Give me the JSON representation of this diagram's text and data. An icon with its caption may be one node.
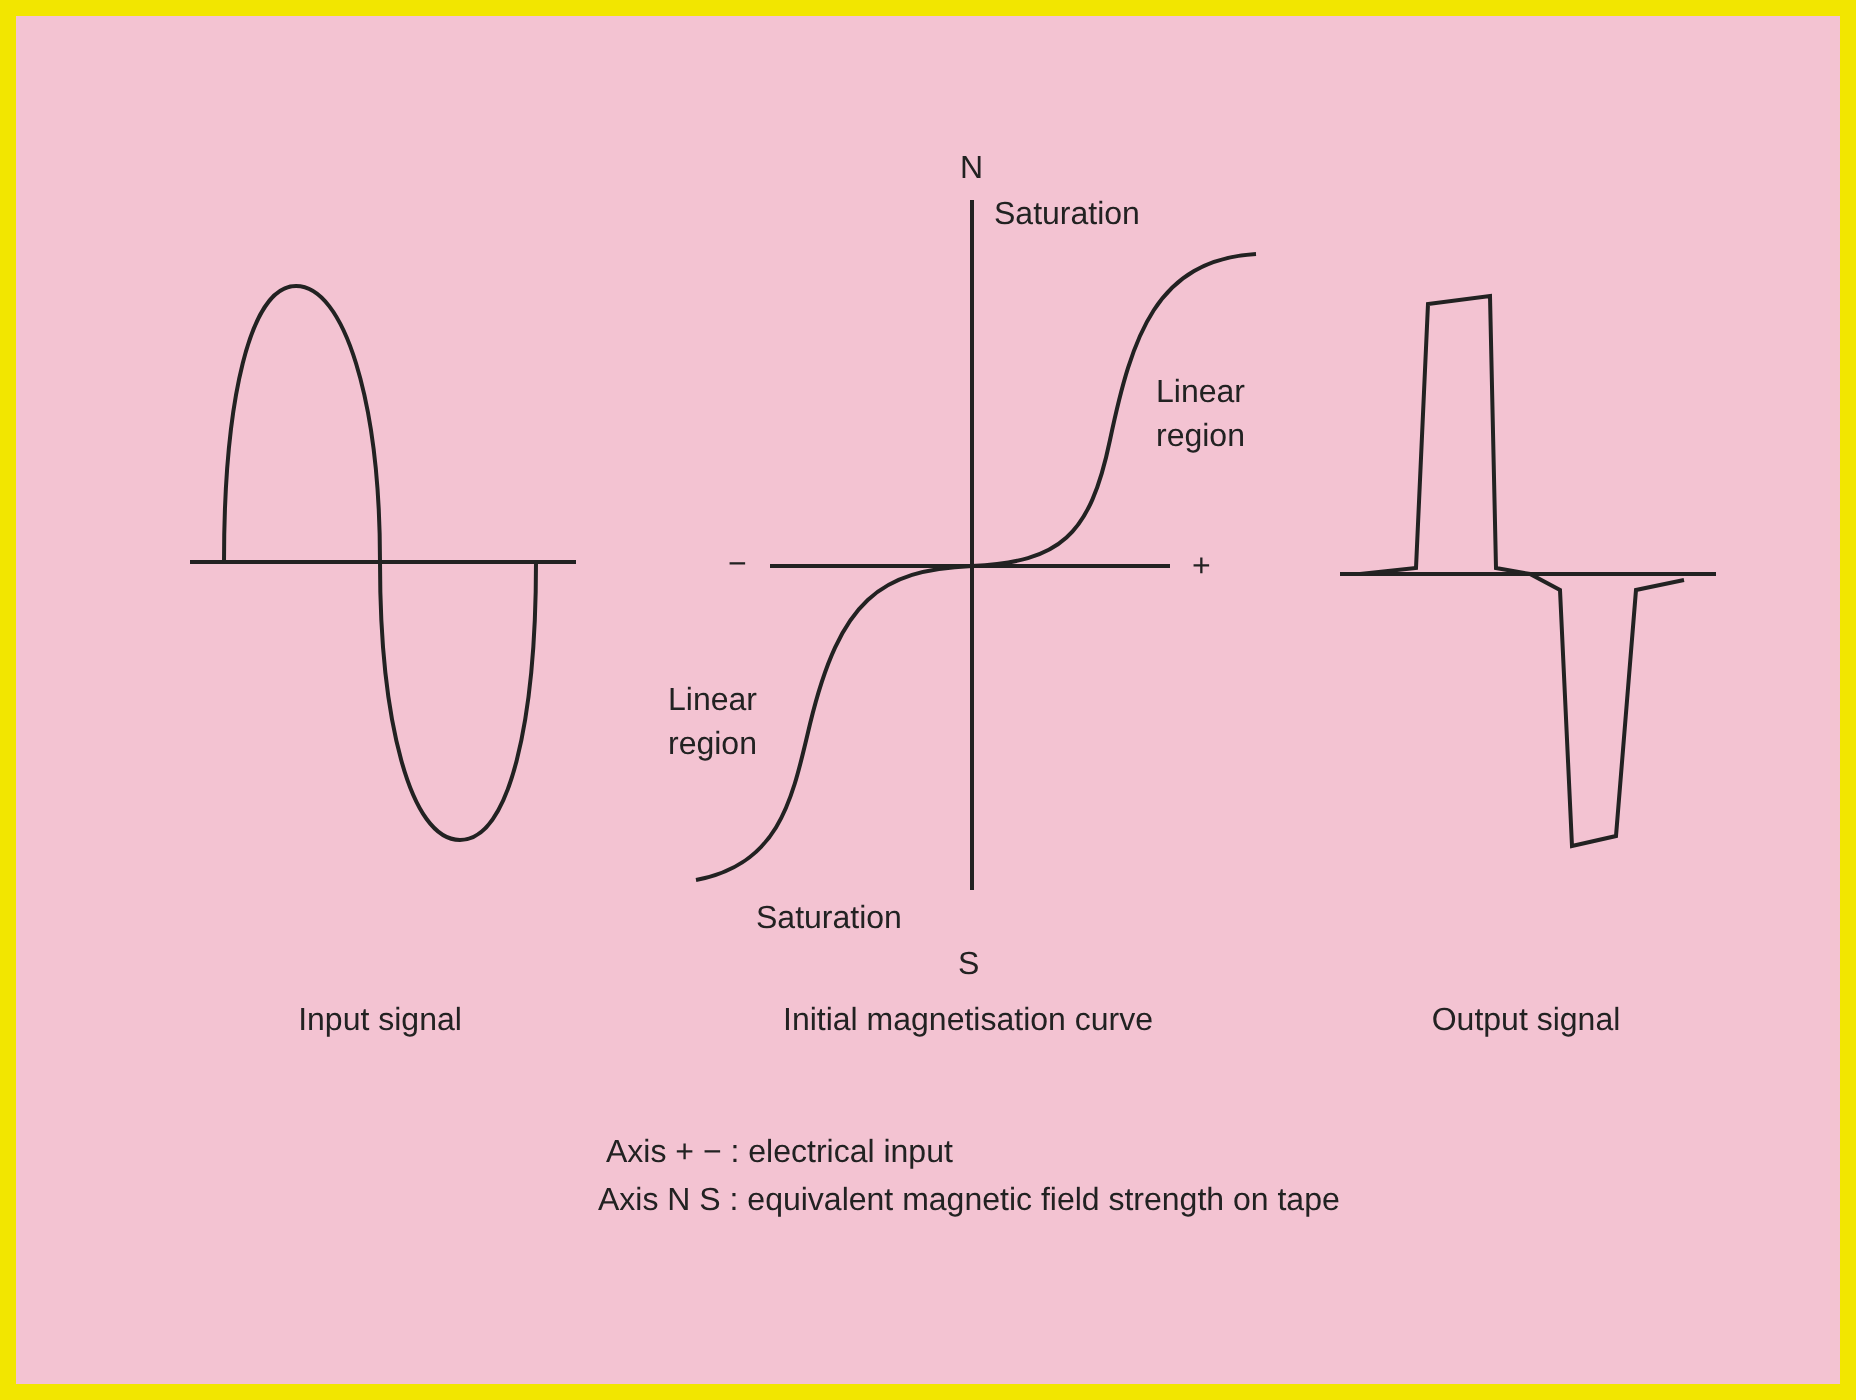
{
  "diagram": {
    "labels": [
      "N",
      "Saturation",
      "Linear region",
      "−",
      "+",
      "Linear region",
      "Saturation",
      "S",
      "Input signal",
      "Initial magnetisation curve",
      "Output signal",
      "Axis + − : electrical input",
      "Axis N S : equivalent magnetic field strength on tape"
    ]
  }
}
